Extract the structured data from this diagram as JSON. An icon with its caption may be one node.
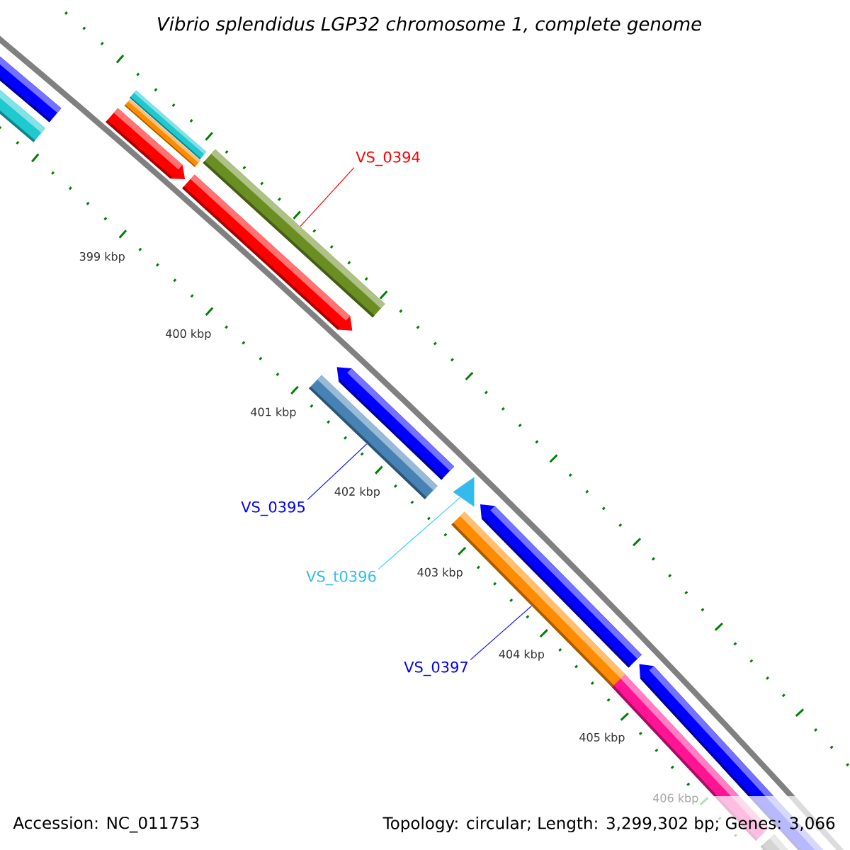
{
  "diagram": {
    "title": "Vibrio splendidus LGP32 chromosome 1, complete genome",
    "nodes": [
      {
        "text": [
          "VS_0394"
        ]
      },
      {
        "text": [],
        "shape": "bar"
      },
      {
        "text": [
          "VS_0395"
        ]
      },
      {
        "text": [],
        "shape": "bar"
      },
      {
        "text": [
          "VS_t0396"
        ]
      },
      {
        "text": [],
        "shape": "triangle"
      },
      {
        "text": [
          "VS_0397"
        ]
      },
      {
        "text": [],
        "shape": "bar"
      }
    ],
    "edges": [
      {
        "from": 0,
        "to": 1,
        "arrow": "none",
        "color": "#ff0000"
      },
      {
        "from": 2,
        "to": 3,
        "arrow": "none"
      },
      {
        "from": 4,
        "to": 5,
        "arrow": "none",
        "color": "#33ccff"
      },
      {
        "from": 6,
        "to": 7,
        "arrow": "none"
      }
    ],
    "labels": [
      "399 kbp",
      "400 kbp",
      "401 kbp",
      "402 kbp",
      "403 kbp",
      "404 kbp",
      "405 kbp",
      "406 kbp",
      "Accession: NC_011753",
      "Topology: circular; Length: 3,299,302 bp; Genes: 3,066"
    ]
  }
}
